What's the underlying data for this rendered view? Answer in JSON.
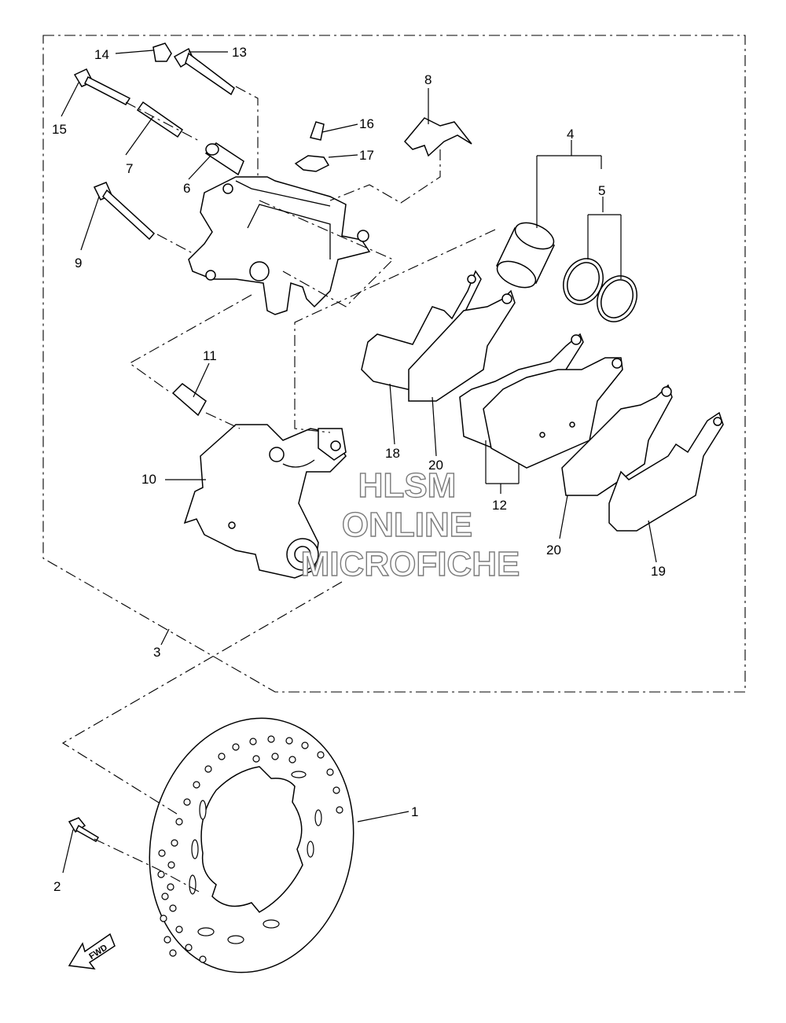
{
  "callouts": {
    "c1": "1",
    "c2": "2",
    "c3": "3",
    "c4": "4",
    "c5": "5",
    "c6": "6",
    "c7": "7",
    "c8": "8",
    "c9": "9",
    "c10": "10",
    "c11": "11",
    "c12": "12",
    "c13": "13",
    "c14": "14",
    "c15": "15",
    "c16": "16",
    "c17": "17",
    "c18": "18",
    "c19": "19",
    "c20a": "20",
    "c20b": "20"
  },
  "watermark": {
    "line1": "HLSM",
    "line2": "ONLINE",
    "line3": "MICROFICHE"
  },
  "direction_arrow": "FWD",
  "colors": {
    "ink": "#000000",
    "watermark_outline": "#7a7a7a"
  }
}
